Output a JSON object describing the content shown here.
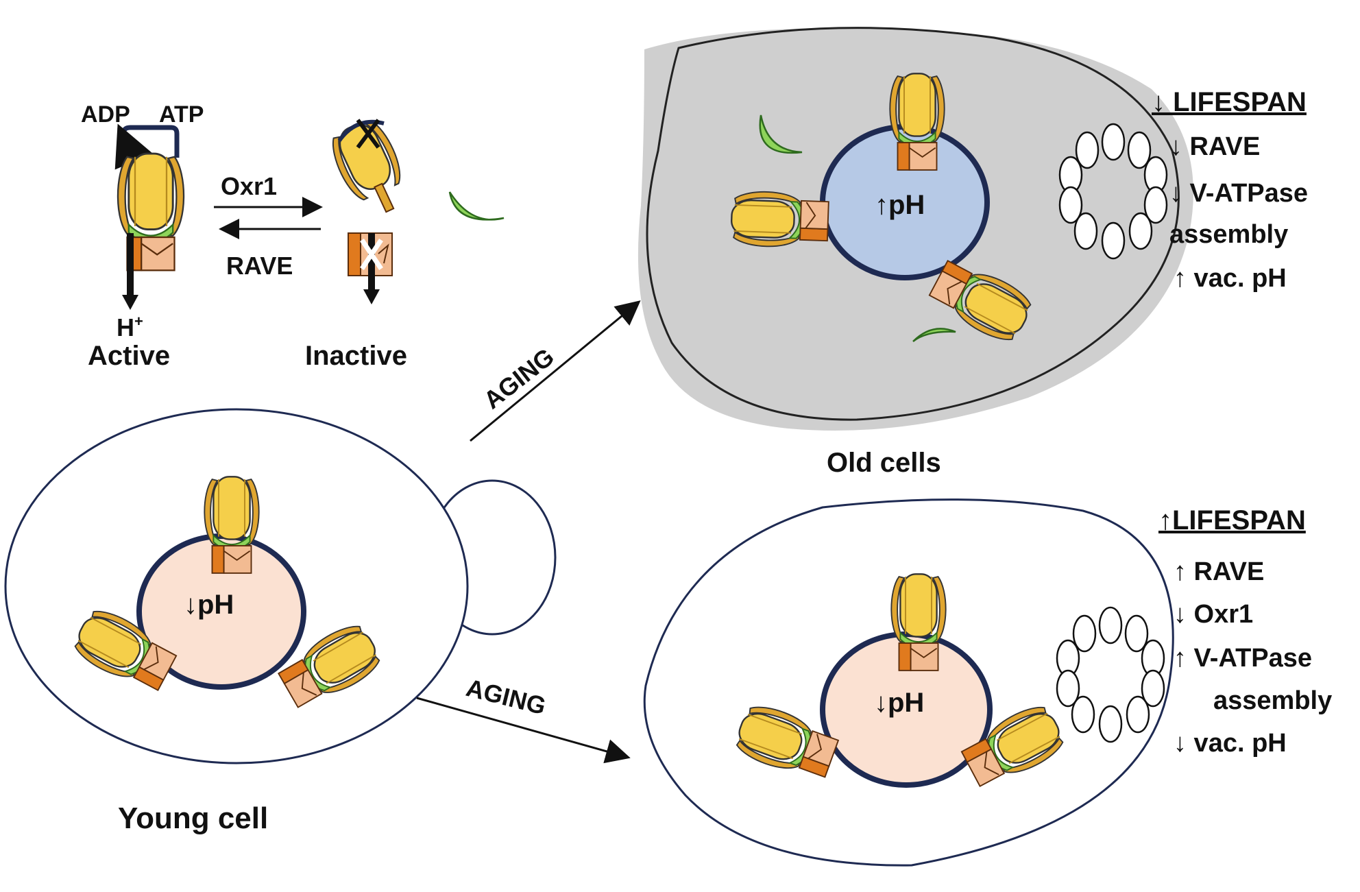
{
  "top_left": {
    "adp": "ADP",
    "atp": "ATP",
    "proton": "H",
    "proton_sup": "+",
    "active": "Active",
    "inactive": "Inactive",
    "oxr1": "Oxr1",
    "rave": "RAVE"
  },
  "arrows": {
    "aging_up": "AGING",
    "aging_down": "AGING"
  },
  "young_cell": {
    "caption": "Young cell",
    "ph": "↓pH"
  },
  "old_cell_top": {
    "ph": "↑pH",
    "stats": [
      "↓ LIFESPAN",
      "↓ RAVE",
      "↓ V-ATPase",
      "assembly",
      "↑ vac. pH"
    ]
  },
  "old_cells_caption": "Old cells",
  "old_cell_bottom": {
    "ph": "↓pH",
    "stats": [
      "↑LIFESPAN",
      "↑ RAVE",
      "↓ Oxr1",
      "↑ V-ATPase",
      "assembly",
      "↓ vac. pH"
    ]
  },
  "colors": {
    "yellow": "#f5cf4a",
    "orange": "#e07a1e",
    "peach": "#f2bb92",
    "green": "#8ed45a",
    "vacuole_blue": "#b6c9e6",
    "vacuole_peach": "#fbe1d2",
    "cell_grey": "#cfcfcf",
    "outline": "#1e2a52"
  }
}
